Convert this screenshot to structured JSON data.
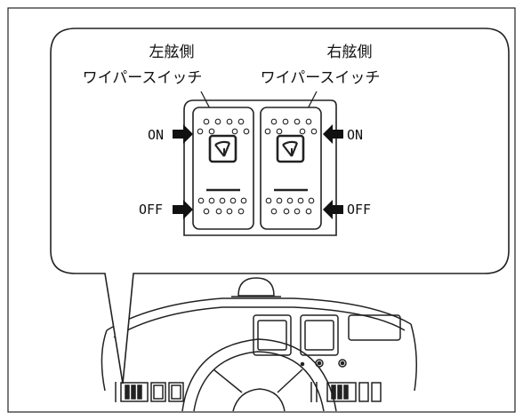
{
  "left_switch": {
    "title_line1": "左舷側",
    "title_line2": "ワイパースイッチ",
    "on_label": "ON",
    "off_label": "OFF"
  },
  "right_switch": {
    "title_line1": "右舷側",
    "title_line2": "ワイパースイッチ",
    "on_label": "ON",
    "off_label": "OFF"
  },
  "icons": {
    "switch_symbol": "wiper-icon",
    "pointer": "arrow-icon"
  }
}
